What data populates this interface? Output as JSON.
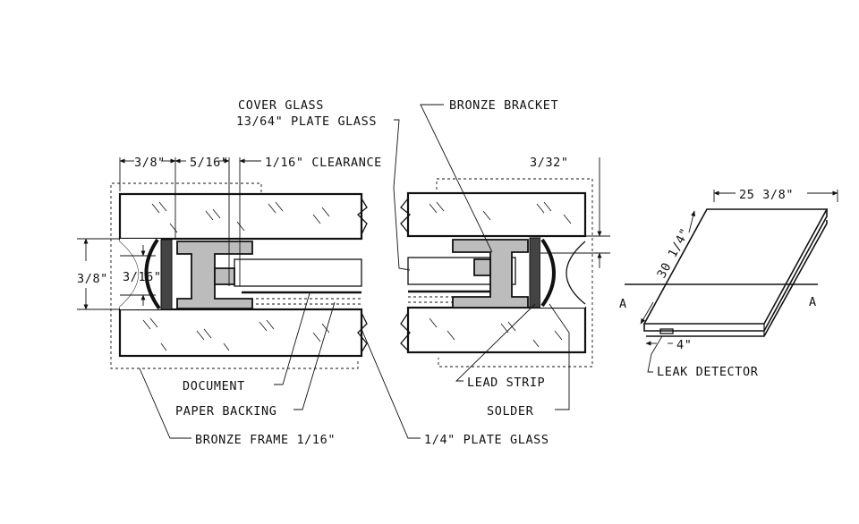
{
  "labels": {
    "cover_glass_line1": "COVER GLASS",
    "cover_glass_line2": "13/64\" PLATE GLASS",
    "bronze_bracket": "BRONZE BRACKET",
    "dim_3_8_top": "3/8\"",
    "dim_5_16": "5/16\"",
    "clearance": "1/16\" CLEARANCE",
    "dim_3_32": "3/32\"",
    "dim_3_8_left": "3/8\"",
    "dim_3_16": "3/16\"",
    "document": "DOCUMENT",
    "paper_backing": "PAPER BACKING",
    "bronze_frame": "BRONZE FRAME 1/16\"",
    "lead_strip": "LEAD STRIP",
    "solder": "SOLDER",
    "plate_glass": "1/4\" PLATE GLASS",
    "dim_25_3_8": "25 3/8\"",
    "dim_30_1_4": "30 1/4\"",
    "section_a_left": "A",
    "section_a_right": "A",
    "dim_4": "4\"",
    "leak_detector": "LEAK DETECTOR"
  },
  "colors": {
    "ink": "#111111",
    "paper": "#ffffff",
    "metal_fill": "#bcbcbc"
  }
}
